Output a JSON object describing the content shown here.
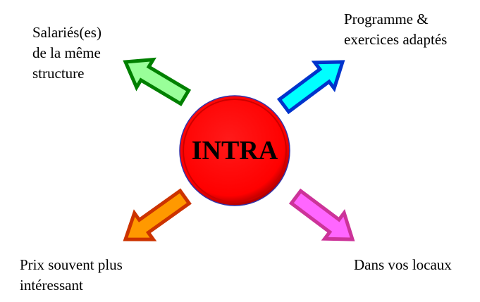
{
  "center": {
    "label": "INTRA",
    "color": "#ff0000"
  },
  "branches": [
    {
      "id": "top-left",
      "lines": [
        "Salariés(es)",
        "de la même",
        "structure"
      ],
      "fill": "#99ff99",
      "stroke": "#008000"
    },
    {
      "id": "top-right",
      "lines": [
        "Programme &",
        "exercices adaptés"
      ],
      "fill": "#00ffff",
      "stroke": "#0033cc"
    },
    {
      "id": "bottom-left",
      "lines": [
        "Prix souvent plus",
        "intéressant"
      ],
      "fill": "#ff9900",
      "stroke": "#cc3300"
    },
    {
      "id": "bottom-right",
      "lines": [
        "Dans vos locaux"
      ],
      "fill": "#ff66ff",
      "stroke": "#cc3399"
    }
  ]
}
